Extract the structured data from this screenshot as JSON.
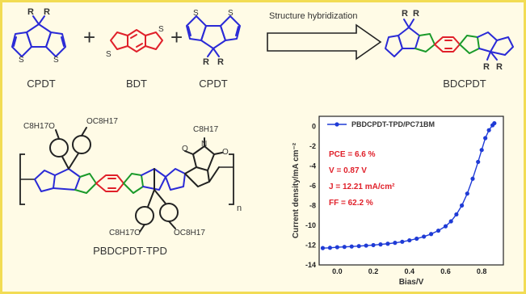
{
  "colors": {
    "cpdt": "#2a2ad6",
    "bdt": "#e0202a",
    "bdcpdt_green": "#1a9a2a",
    "ink": "#222222",
    "frame": "#f2dc54",
    "background": "#fffbe6",
    "curve": "#1f3bd6",
    "annotation": "#e0202a"
  },
  "reaction": {
    "substituent_R": "R",
    "plus": "+",
    "arrow_label": "Structure hybridization",
    "cpdt_label": "CPDT",
    "bdt_label": "BDT",
    "product_label": "BDCPDT"
  },
  "polymer": {
    "name": "PBDCPDT-TPD",
    "side_chain": "C8H17",
    "alkoxy": "OC8H17",
    "alkoxy_left": "C8H17O",
    "imide_O": "O",
    "imide_N": "N",
    "repeat": "n",
    "sulfur": "S"
  },
  "chart_data": {
    "type": "line",
    "xlabel": "Bias/V",
    "ylabel": "Current density/mA cm⁻²",
    "xlim": [
      -0.1,
      0.92
    ],
    "ylim": [
      -14,
      1
    ],
    "xticks": [
      "0.0",
      "0.2",
      "0.4",
      "0.6",
      "0.8"
    ],
    "yticks": [
      "0",
      "-2",
      "-4",
      "-6",
      "-8",
      "-10",
      "-12",
      "-14"
    ],
    "legend": "top-left",
    "series": [
      {
        "name": "PBDCPDT-TPD/PC71BM",
        "x": [
          -0.08,
          -0.04,
          0.0,
          0.04,
          0.08,
          0.12,
          0.16,
          0.2,
          0.24,
          0.28,
          0.32,
          0.36,
          0.4,
          0.44,
          0.48,
          0.52,
          0.56,
          0.6,
          0.63,
          0.66,
          0.69,
          0.72,
          0.75,
          0.78,
          0.8,
          0.82,
          0.84,
          0.86,
          0.87
        ],
        "y": [
          -12.3,
          -12.27,
          -12.21,
          -12.18,
          -12.14,
          -12.1,
          -12.05,
          -12.0,
          -11.93,
          -11.86,
          -11.77,
          -11.66,
          -11.52,
          -11.35,
          -11.14,
          -10.88,
          -10.54,
          -10.1,
          -9.6,
          -8.9,
          -8.0,
          -6.8,
          -5.3,
          -3.6,
          -2.4,
          -1.2,
          -0.4,
          0.1,
          0.3
        ]
      }
    ],
    "annotations": {
      "pce": "PCE = 6.6 %",
      "voc": "V  = 0.87 V",
      "jsc": "J   = 12.21 mA/cm²",
      "ff": "FF = 62.2 %"
    }
  }
}
